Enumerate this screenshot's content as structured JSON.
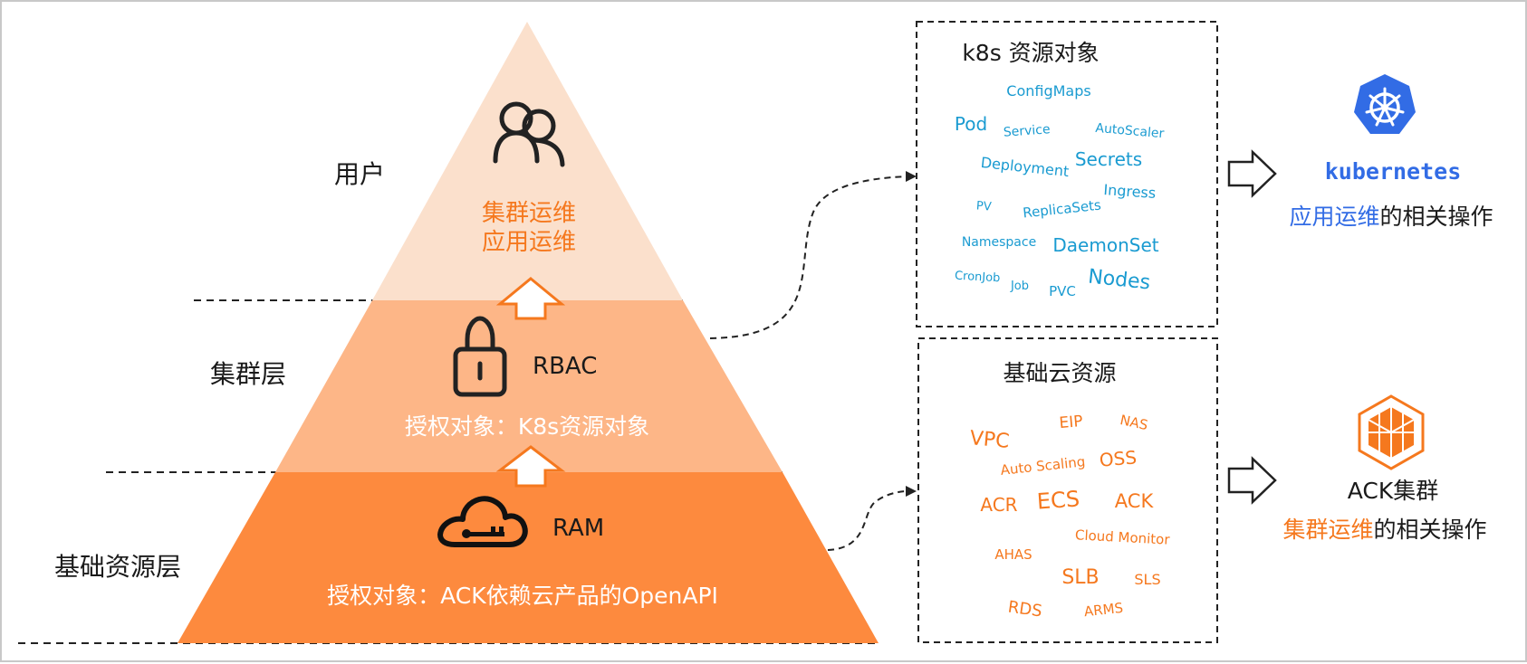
{
  "colors": {
    "top_tier": "#fbe0cc",
    "middle_tier": "#fdb687",
    "bottom_tier": "#fd8a3e",
    "accent_orange": "#f5781e",
    "k8s_blue": "#326ce5",
    "cloud_word_blue": "#1a9bd1",
    "cloud_word_orange": "#f5781e",
    "ink": "#1a1a1a",
    "icon_dark": "#222222"
  },
  "layers": {
    "user": "用户",
    "cluster": "集群层",
    "infra": "基础资源层"
  },
  "pyramid": {
    "top": {
      "icon": "users-icon",
      "line1": "集群运维",
      "line2": "应用运维"
    },
    "middle": {
      "icon": "lock-icon",
      "title": "RBAC",
      "desc": "授权对象：K8s资源对象"
    },
    "bottom": {
      "icon": "cloud-key-icon",
      "title": "RAM",
      "desc": "授权对象：ACK依赖云产品的OpenAPI"
    }
  },
  "k8s_box": {
    "title": "k8s 资源对象",
    "words": [
      "ConfigMaps",
      "Pod",
      "Service",
      "AutoScaler",
      "Deployment",
      "Secrets",
      "Ingress",
      "PV",
      "ReplicaSets",
      "Namespace",
      "DaemonSet",
      "CronJob",
      "Job",
      "PVC",
      "Nodes"
    ]
  },
  "cloud_box": {
    "title": "基础云资源",
    "words": [
      "EIP",
      "NAS",
      "VPC",
      "Auto Scaling",
      "OSS",
      "ACR",
      "ECS",
      "ACK",
      "Cloud Monitor",
      "AHAS",
      "SLB",
      "SLS",
      "RDS",
      "ARMS"
    ]
  },
  "right": {
    "k8s_brand": "kubernetes",
    "k8s_caption_highlight": "应用运维",
    "k8s_caption_rest": "的相关操作",
    "ack_name": "ACK集群",
    "ack_caption_highlight": "集群运维",
    "ack_caption_rest": "的相关操作"
  }
}
